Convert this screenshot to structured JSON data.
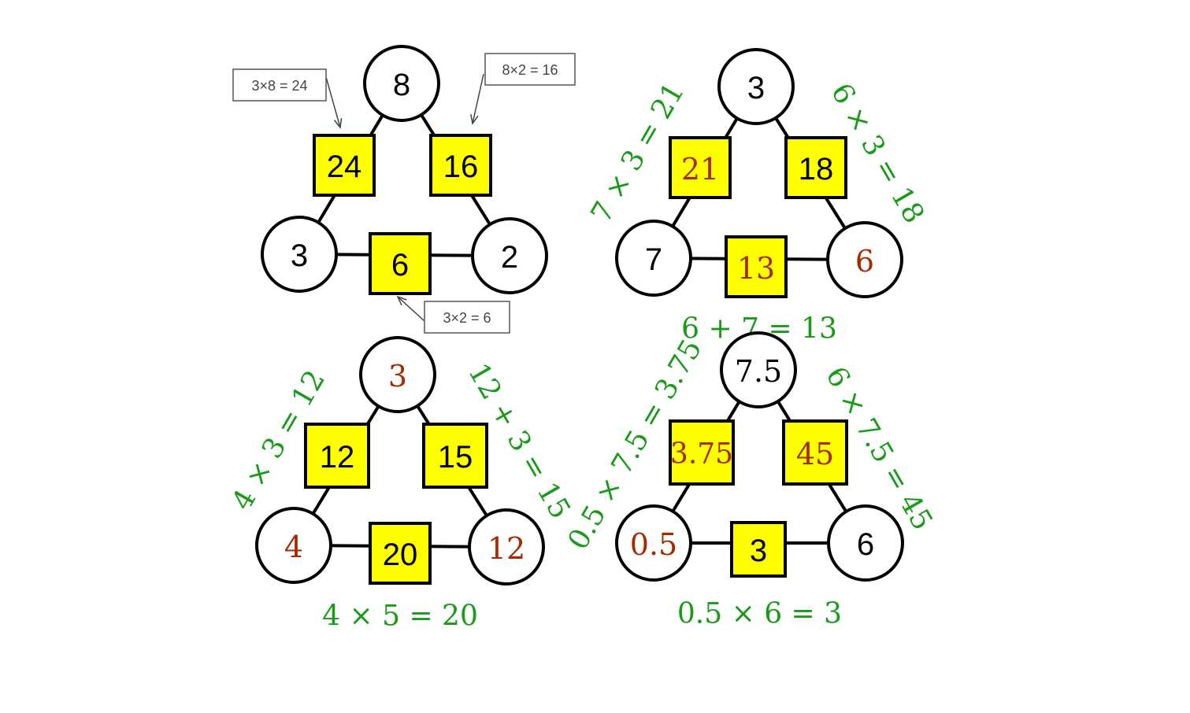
{
  "colors": {
    "square_fill": "#ffff00",
    "stroke": "#000000",
    "derived_text": "#a52a00",
    "equation": "#1a9a1a",
    "given_text": "#000000"
  },
  "puzzles": [
    {
      "top": {
        "v": "8",
        "style": "given"
      },
      "left": {
        "v": "3",
        "style": "given"
      },
      "right": {
        "v": "2",
        "style": "given"
      },
      "sq_left": {
        "v": "24",
        "style": "given"
      },
      "sq_right": {
        "v": "16",
        "style": "given"
      },
      "sq_bottom": {
        "v": "6",
        "style": "given"
      },
      "callouts": [
        "3×8 = 24",
        "8×2 = 16",
        "3×2 = 6"
      ]
    },
    {
      "top": {
        "v": "3",
        "style": "given"
      },
      "left": {
        "v": "7",
        "style": "given"
      },
      "right": {
        "v": "6",
        "style": "derived"
      },
      "sq_left": {
        "v": "21",
        "style": "derived"
      },
      "sq_right": {
        "v": "18",
        "style": "given"
      },
      "sq_bottom": {
        "v": "13",
        "style": "derived"
      },
      "equations": [
        "7 × 3 = 21",
        "6 × 3 = 18",
        "6 + 7 = 13"
      ]
    },
    {
      "top": {
        "v": "3",
        "style": "derived"
      },
      "left": {
        "v": "4",
        "style": "derived"
      },
      "right": {
        "v": "12",
        "style": "derived"
      },
      "sq_left": {
        "v": "12",
        "style": "given"
      },
      "sq_right": {
        "v": "15",
        "style": "given"
      },
      "sq_bottom": {
        "v": "20",
        "style": "given"
      },
      "equations": [
        "4 × 3 = 12",
        "12 + 3 = 15",
        "4 × 5 = 20"
      ]
    },
    {
      "top": {
        "v": "7.5",
        "style": "givenserif"
      },
      "left": {
        "v": "0.5",
        "style": "derived"
      },
      "right": {
        "v": "6",
        "style": "given"
      },
      "sq_left": {
        "v": "3.75",
        "style": "derived"
      },
      "sq_right": {
        "v": "45",
        "style": "derived"
      },
      "sq_bottom": {
        "v": "3",
        "style": "given"
      },
      "equations": [
        "0.5 × 7.5 = 3.75",
        "6 × 7.5 = 45",
        "0.5 × 6 = 3"
      ]
    }
  ]
}
